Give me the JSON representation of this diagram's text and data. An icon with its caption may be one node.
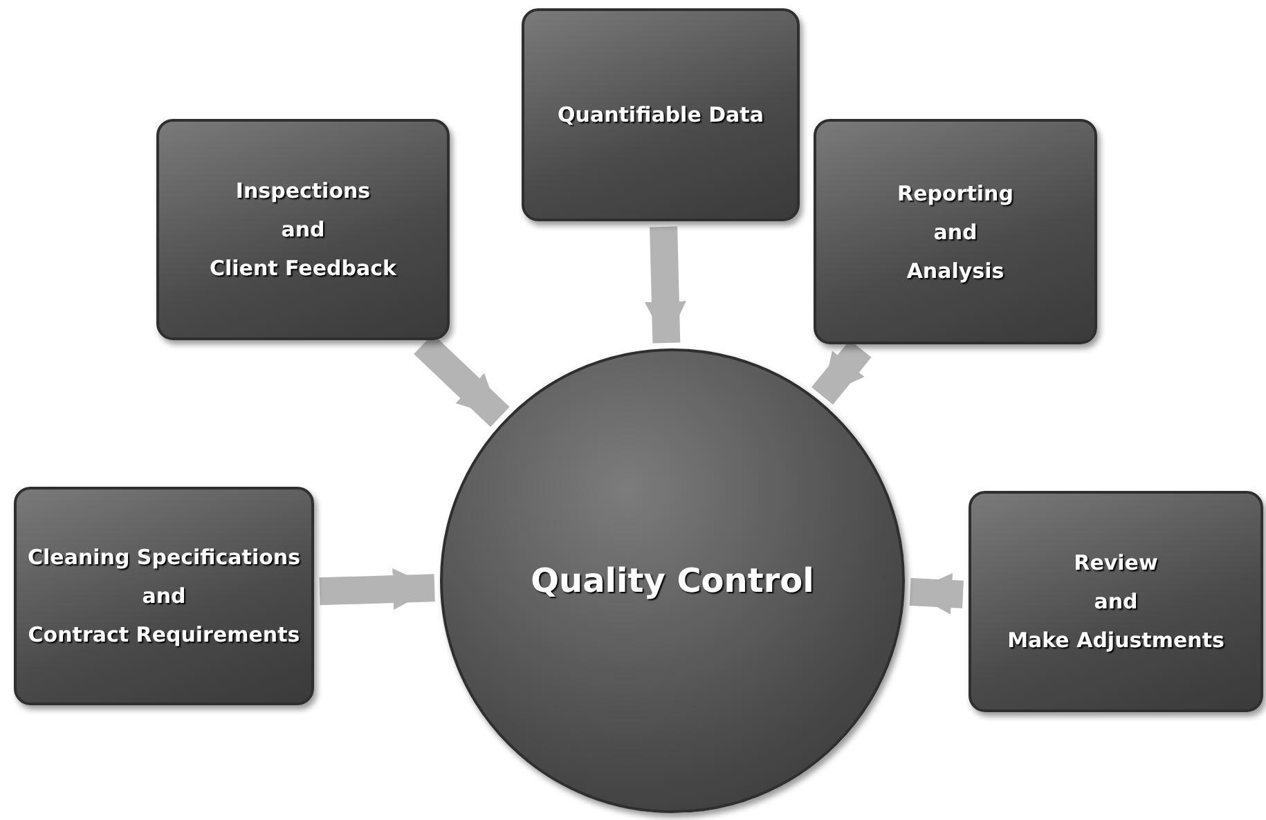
{
  "diagram": {
    "nodes": [
      {
        "text": [
          "Quantifiable Data"
        ]
      },
      {
        "text": [
          "Inspections",
          "and",
          "Client Feedback"
        ]
      },
      {
        "text": [
          "Reporting",
          "and",
          "Analysis"
        ]
      },
      {
        "text": [
          "Cleaning Specifications",
          "and",
          "Contract Requirements"
        ]
      },
      {
        "text": [
          "Quality Control"
        ]
      },
      {
        "text": [
          "Review",
          "and",
          "Make Adjustments"
        ]
      }
    ],
    "edges": [
      {
        "from": 0,
        "to": 4,
        "arrow": "to"
      },
      {
        "from": 1,
        "to": 4,
        "arrow": "to"
      },
      {
        "from": 2,
        "to": 4,
        "arrow": "to"
      },
      {
        "from": 3,
        "to": 4,
        "arrow": "to"
      },
      {
        "from": 5,
        "to": 4,
        "arrow": "to"
      }
    ]
  }
}
